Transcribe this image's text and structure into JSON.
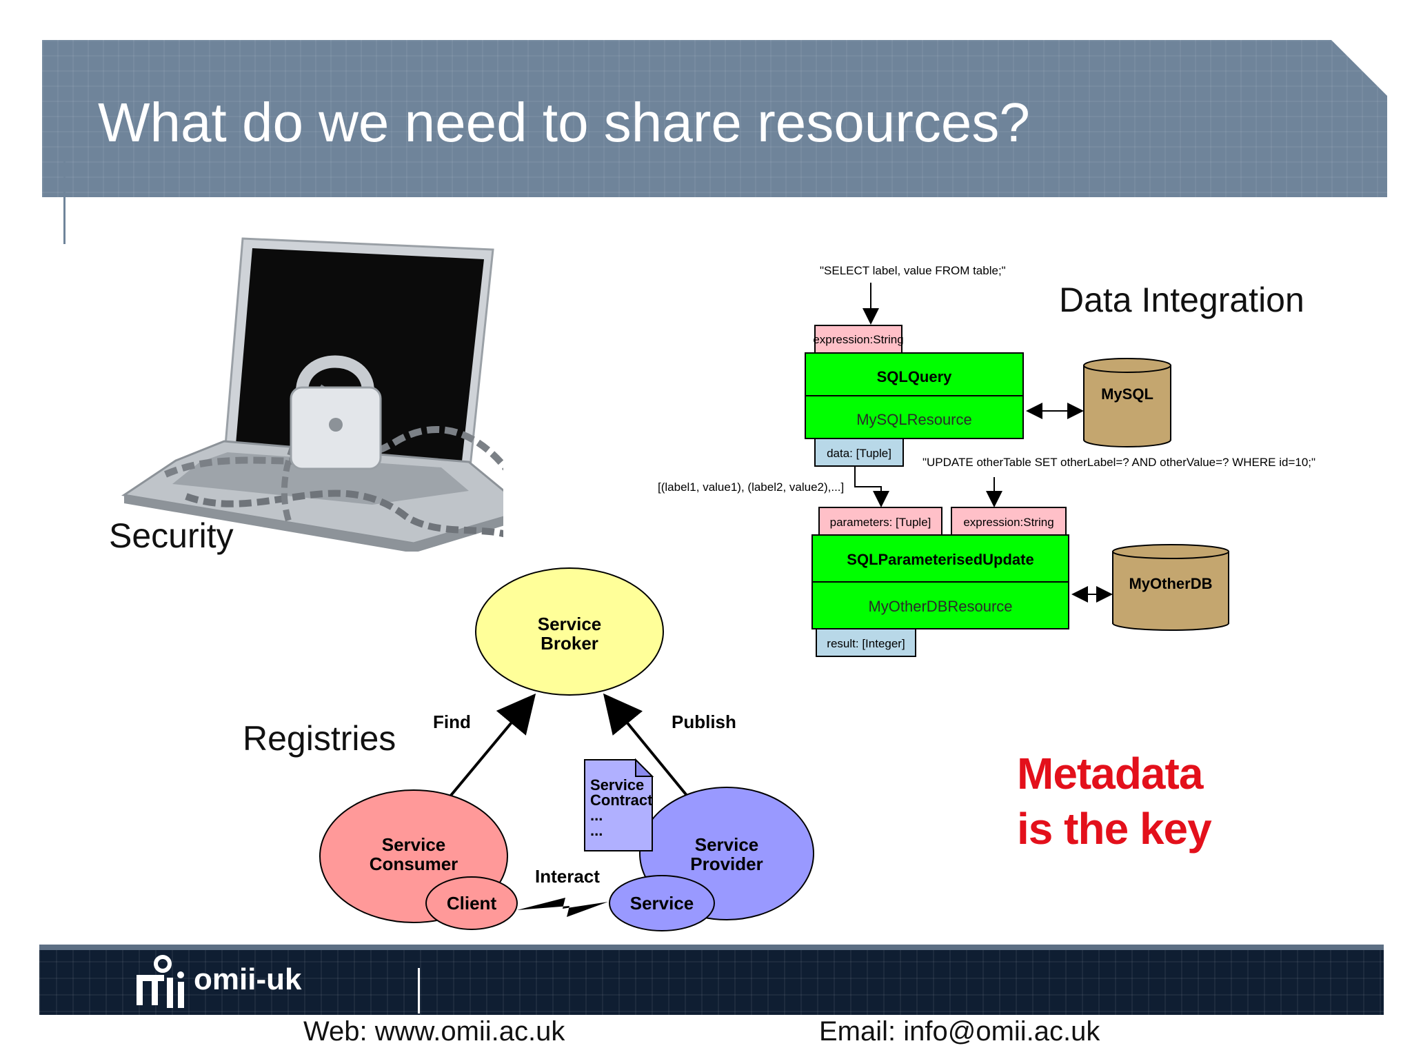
{
  "slide": {
    "title": "What do we need to share resources?",
    "security_label": "Security",
    "data_integration_label": "Data Integration",
    "registries_label": "Registries",
    "metadata_line1": "Metadata",
    "metadata_line2": "is the key"
  },
  "data_integration": {
    "query_text": "\"SELECT label, value FROM table;\"",
    "expression1": "expression:String",
    "sqlquery": "SQLQuery",
    "mysqlresource": "MySQLResource",
    "mysql": "MySQL",
    "data_tuple": "data: [Tuple]",
    "tuple_values": "[(label1, value1), (label2, value2),...]",
    "update_text": "\"UPDATE otherTable SET otherLabel=? AND otherValue=? WHERE id=10;\"",
    "parameters": "parameters: [Tuple]",
    "expression2": "expression:String",
    "sqlupdate": "SQLParameterisedUpdate",
    "myotherdbresource": "MyOtherDBResource",
    "myotherdb": "MyOtherDB",
    "result": "result: [Integer]"
  },
  "registry": {
    "broker_line1": "Service",
    "broker_line2": "Broker",
    "find": "Find",
    "publish": "Publish",
    "consumer_line1": "Service",
    "consumer_line2": "Consumer",
    "client": "Client",
    "interact": "Interact",
    "provider_line1": "Service",
    "provider_line2": "Provider",
    "service": "Service",
    "contract_line1": "Service",
    "contract_line2": "Contract",
    "contract_dots1": "...",
    "contract_dots2": "..."
  },
  "footer": {
    "logo": "omii-uk",
    "web": "Web: www.omii.ac.uk",
    "email": "Email: info@omii.ac.uk"
  },
  "colors": {
    "header": "#6f849a",
    "footer": "#0f1e32",
    "accent_red": "#e3101b",
    "activity_green": "#00ff00",
    "db_tan": "#c4a66f",
    "broker_yellow": "#ffff99",
    "consumer_pink": "#ff9999",
    "provider_purple": "#9999ff"
  }
}
